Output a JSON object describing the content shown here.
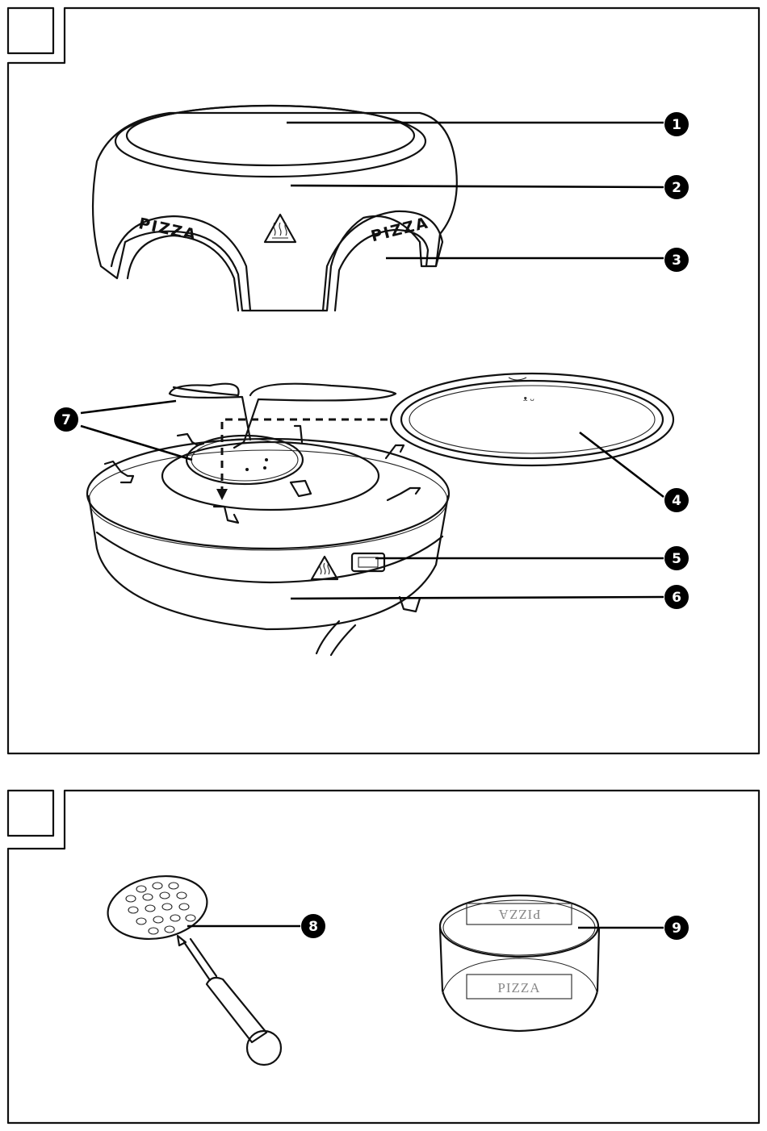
{
  "dome_text_left": "PIZZA",
  "dome_text_right": "PIZZA",
  "ring_text_front": "PIZZA",
  "ring_text_back": "PIZZA",
  "callouts": [
    "1",
    "2",
    "3",
    "4",
    "5",
    "6",
    "7",
    "8",
    "9"
  ]
}
